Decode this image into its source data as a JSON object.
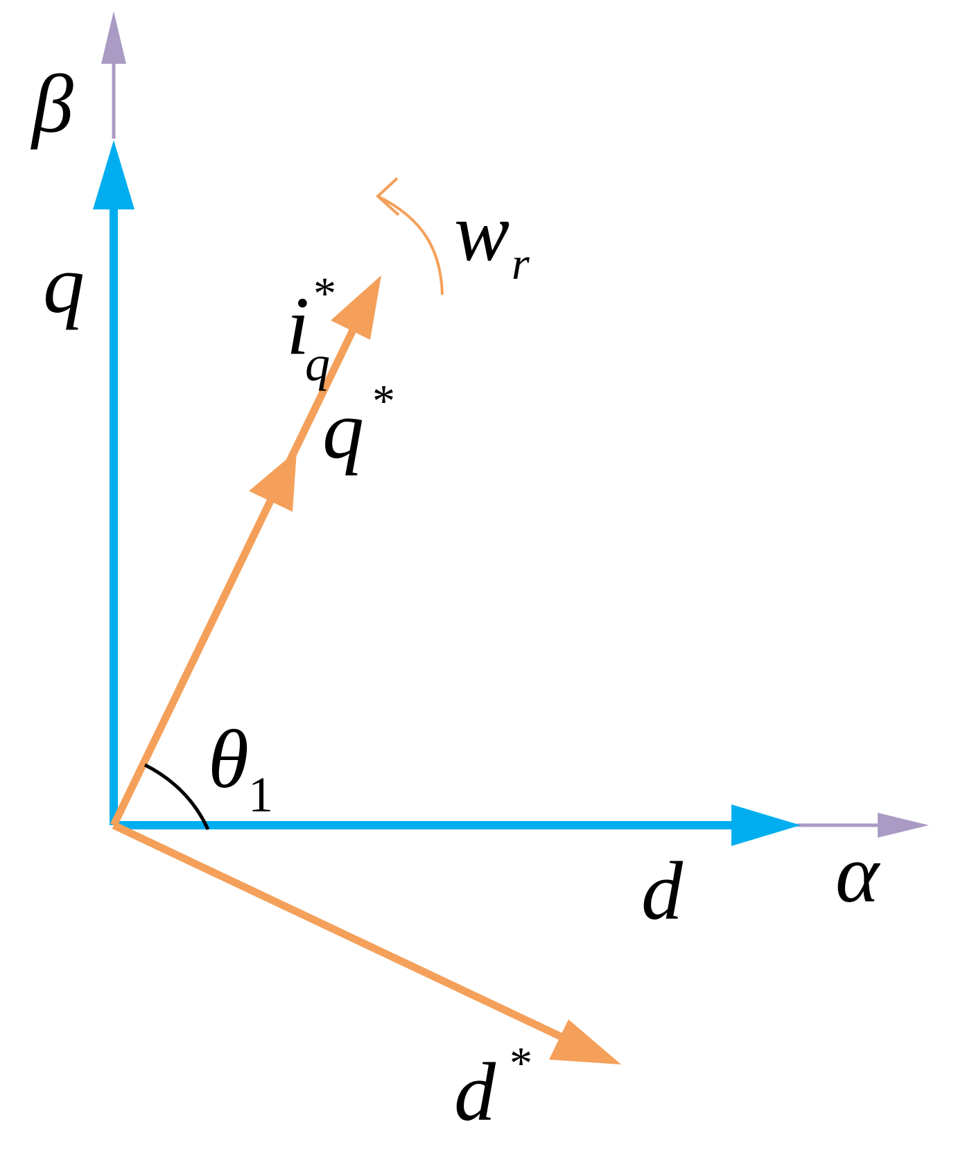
{
  "labels": {
    "beta": "β",
    "q": "q",
    "alpha": "α",
    "d": "d",
    "w": "w",
    "w_sub": "r",
    "iq_main": "i",
    "iq_sub": "q",
    "iq_star": "*",
    "q_star_main": "q",
    "q_star_sup": "*",
    "d_star_main": "d",
    "d_star_sup": "*",
    "theta": "θ",
    "theta_sub": "1"
  },
  "colors": {
    "blue_axes": "#00aeef",
    "orange_vectors": "#f4a05a",
    "purple_axes": "#a99bc4",
    "black": "#000000"
  }
}
